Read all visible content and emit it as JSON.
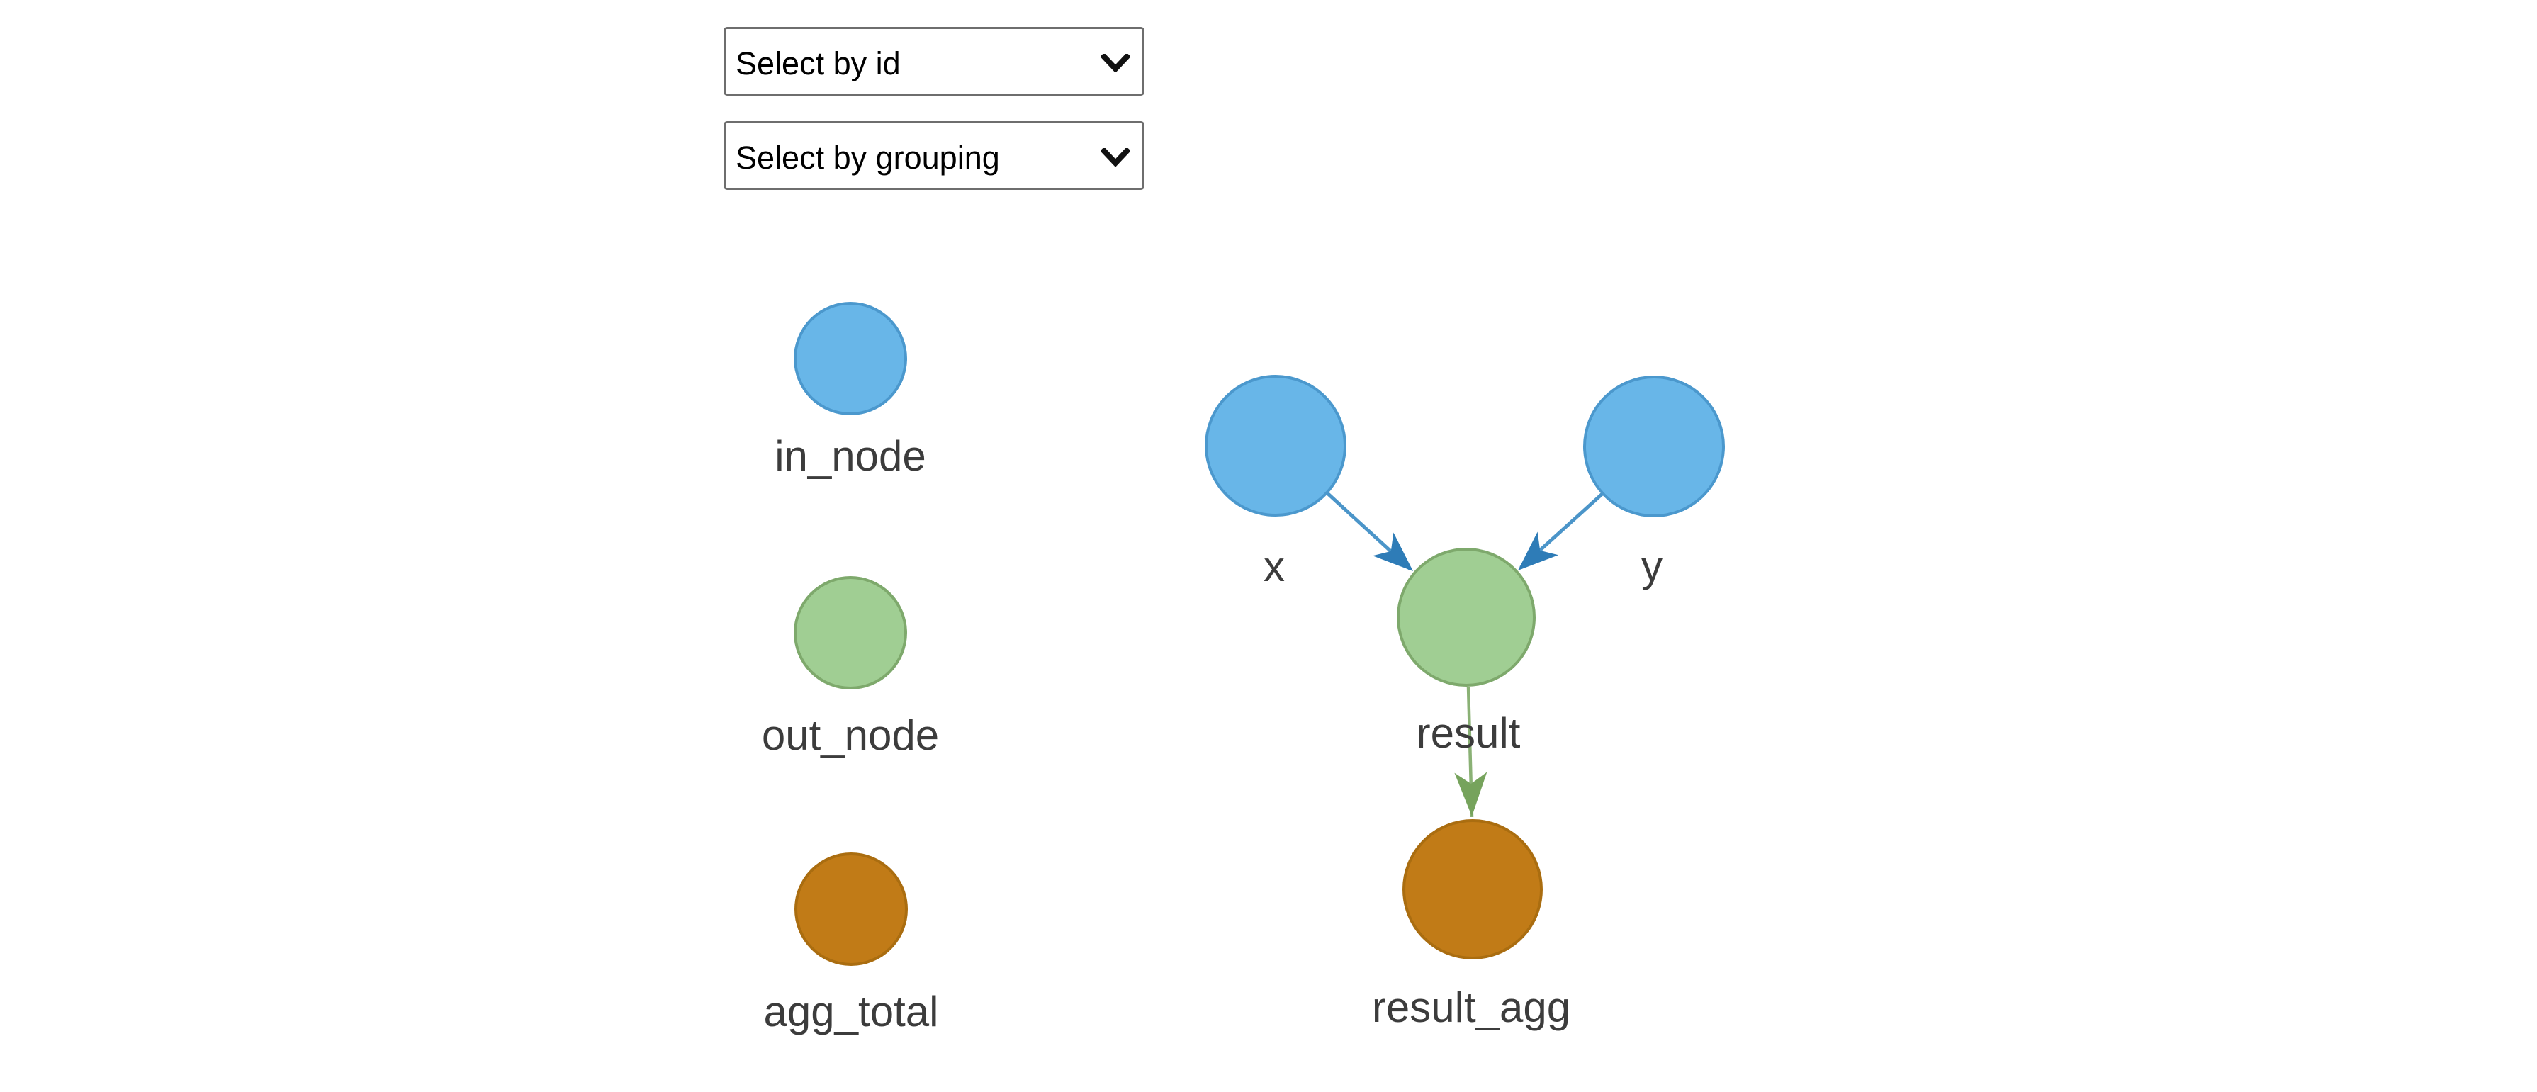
{
  "controls": {
    "select_by_id": {
      "value": "Select by id"
    },
    "select_by_grouping": {
      "value": "Select by grouping"
    }
  },
  "legend": {
    "items": [
      {
        "label": "in_node",
        "color": "#68b6e8",
        "border": "#4b98cd"
      },
      {
        "label": "out_node",
        "color": "#a0ce93",
        "border": "#7ea96c"
      },
      {
        "label": "agg_total",
        "color": "#c17b17",
        "border": "#aa6d10"
      }
    ]
  },
  "graph": {
    "label_color": "#3c3c3c",
    "nodes": [
      {
        "id": "x",
        "label": "x",
        "group": "in_node",
        "color": "#68b6e8",
        "border": "#4b98cd"
      },
      {
        "id": "y",
        "label": "y",
        "group": "in_node",
        "color": "#68b6e8",
        "border": "#4b98cd"
      },
      {
        "id": "result",
        "label": "result",
        "group": "out_node",
        "color": "#a0ce93",
        "border": "#7ea96c"
      },
      {
        "id": "result_agg",
        "label": "result_agg",
        "group": "agg_total",
        "color": "#c17b17",
        "border": "#aa6d10"
      }
    ],
    "edges": [
      {
        "from": "x",
        "to": "result",
        "line": "#4b95c9",
        "arrow": "#2e7cb7"
      },
      {
        "from": "y",
        "to": "result",
        "line": "#4b95c9",
        "arrow": "#2e7cb7"
      },
      {
        "from": "result",
        "to": "result_agg",
        "line": "#8ab175",
        "arrow": "#76a35c"
      }
    ]
  },
  "icons": {
    "chevron_color": "#111111"
  }
}
